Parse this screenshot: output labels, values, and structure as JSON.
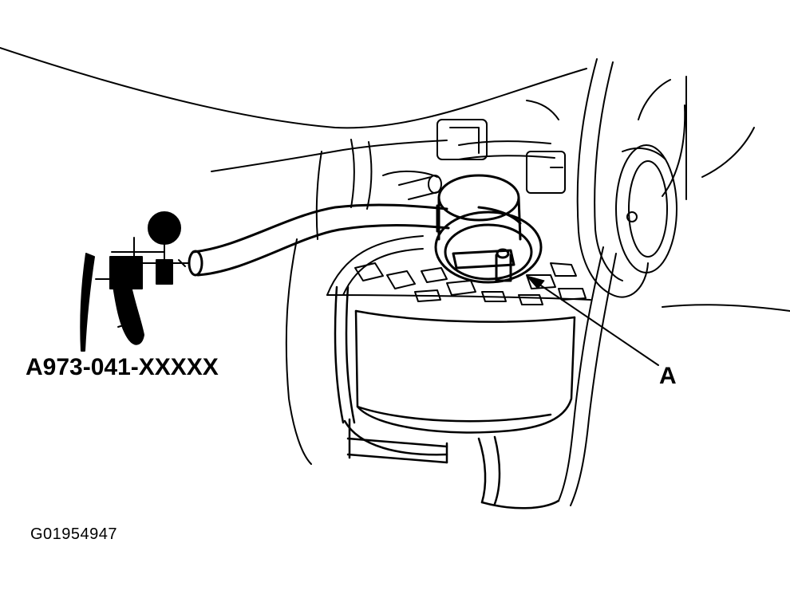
{
  "labels": {
    "tool": "A973-041-XXXXX",
    "callout": "A",
    "figure_id": "G01954947"
  },
  "colors": {
    "line": "#000000",
    "background": "#ffffff"
  }
}
